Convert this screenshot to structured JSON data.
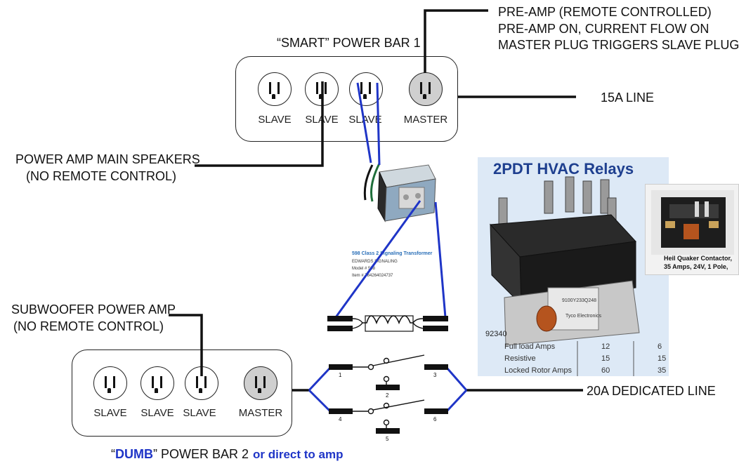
{
  "callouts": {
    "preamp": [
      "PRE-AMP (REMOTE CONTROLLED)",
      "PRE-AMP ON, CURRENT FLOW ON",
      "MASTER PLUG TRIGGERS SLAVE PLUGS"
    ],
    "power_amp": [
      "POWER AMP MAIN SPEAKERS",
      "(NO REMOTE CONTROL)"
    ],
    "subwoofer": [
      "SUBWOOFER POWER AMP",
      "(NO REMOTE CONTROL)"
    ],
    "line_15a": "15A LINE",
    "line_20a": "20A DEDICATED LINE"
  },
  "bar1": {
    "title": "“SMART” POWER BAR 1",
    "outlets": [
      "SLAVE",
      "SLAVE",
      "SLAVE",
      "MASTER"
    ]
  },
  "bar2": {
    "title_quote_open": "“",
    "title_dumb": "DUMB",
    "title_rest": "” POWER BAR 2",
    "alt": "or direct to amp",
    "outlets": [
      "SLAVE",
      "SLAVE",
      "SLAVE",
      "MASTER"
    ]
  },
  "transformer": {
    "title": "598 Class 2 Signaling Transformer",
    "lines": [
      "EDWARDS SIGNALING",
      "Model # 598",
      "Item # 784264024737"
    ]
  },
  "relay": {
    "title": "2PDT HVAC Relays",
    "part_number": "92340",
    "print_lines": [
      "9100Y233Q248",
      "Tyco Electronics"
    ],
    "table": [
      [
        "Full load Amps",
        "12",
        "6"
      ],
      [
        "Resistive",
        "15",
        "15"
      ],
      [
        "Locked Rotor Amps",
        "60",
        "35"
      ]
    ]
  },
  "contactor": {
    "caption": [
      "Heil Quaker Contactor,",
      "35 Amps, 24V, 1 Pole,"
    ]
  },
  "terminals": [
    "1",
    "2",
    "3",
    "4",
    "5",
    "6"
  ],
  "colors": {
    "wire_black": "#111111",
    "wire_blue": "#1f35c7",
    "accent_blue": "#1f35c7",
    "relay_title": "#1e3f8f",
    "relay_bg": "#dde9f6",
    "master_fill": "#cfcfcf"
  }
}
